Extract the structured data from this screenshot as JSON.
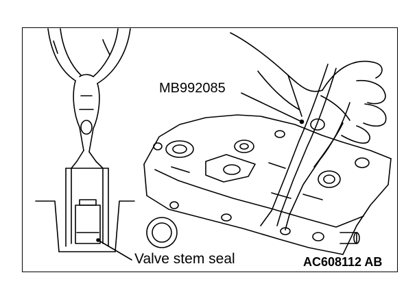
{
  "labels": {
    "tool": "MB992085",
    "valve_stem_seal": "Valve stem seal",
    "figure_code": "AC608112 AB"
  }
}
